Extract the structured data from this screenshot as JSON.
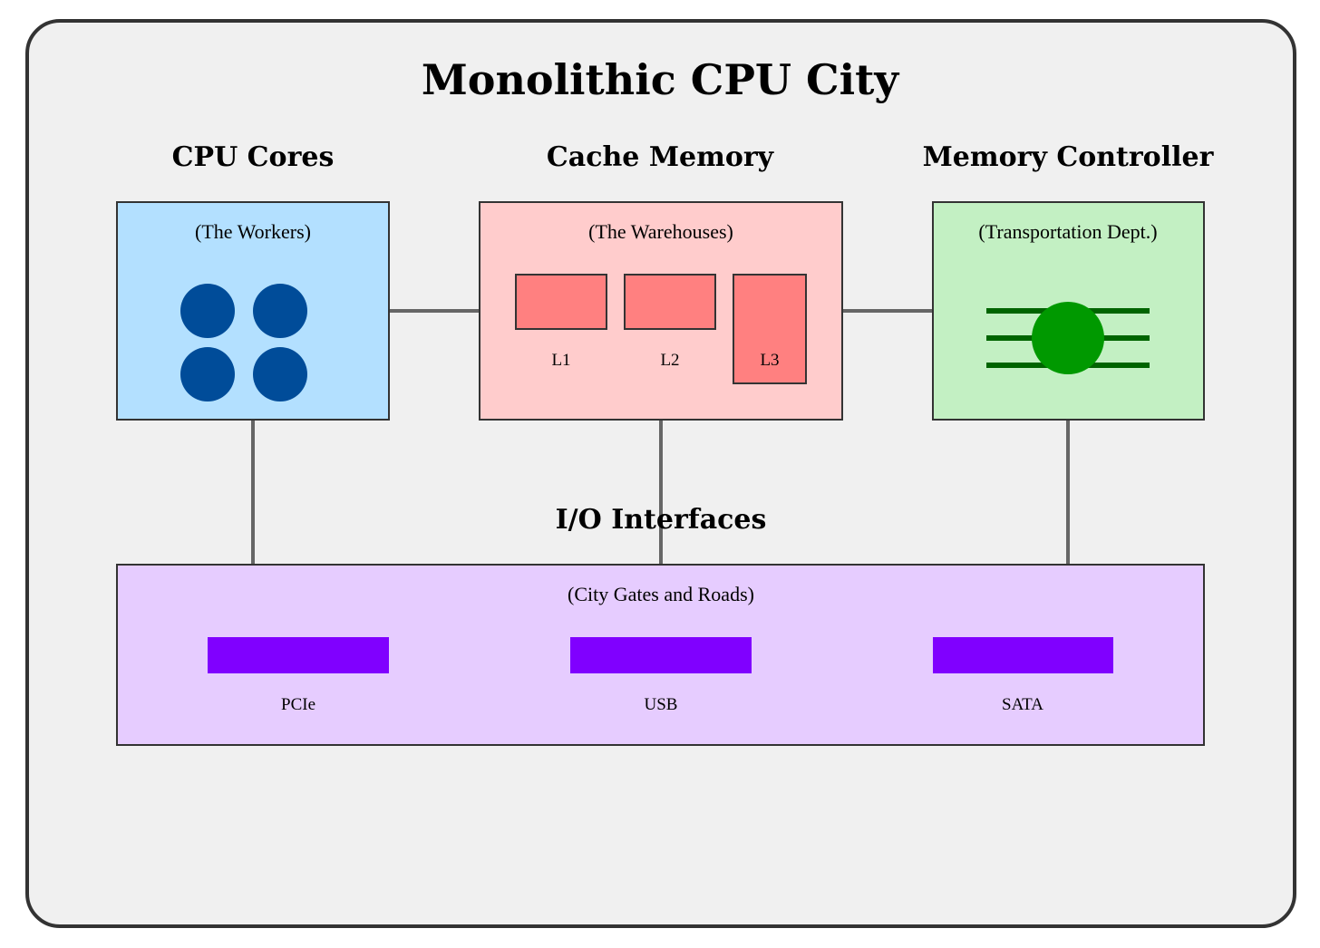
{
  "title": "Monolithic CPU City",
  "colors": {
    "background": "#f0f0f0",
    "frame": "#333333",
    "connector": "#666666",
    "cores_fill": "#b3e0ff",
    "core_dot": "#004c99",
    "cache_fill": "#ffcccc",
    "cache_block": "#ff8080",
    "memctrl_fill": "#c3f0c3",
    "memctrl_line": "#006400",
    "memctrl_hub": "#009900",
    "io_fill": "#e6ccff",
    "io_port": "#8000ff"
  },
  "sections": {
    "cores": {
      "title": "CPU Cores",
      "subtitle": "(The Workers)"
    },
    "cache": {
      "title": "Cache Memory",
      "subtitle": "(The Warehouses)",
      "levels": [
        "L1",
        "L2",
        "L3"
      ]
    },
    "memctrl": {
      "title": "Memory Controller",
      "subtitle": "(Transportation Dept.)"
    },
    "io": {
      "title": "I/O Interfaces",
      "subtitle": "(City Gates and Roads)",
      "ports": [
        "PCIe",
        "USB",
        "SATA"
      ]
    }
  }
}
